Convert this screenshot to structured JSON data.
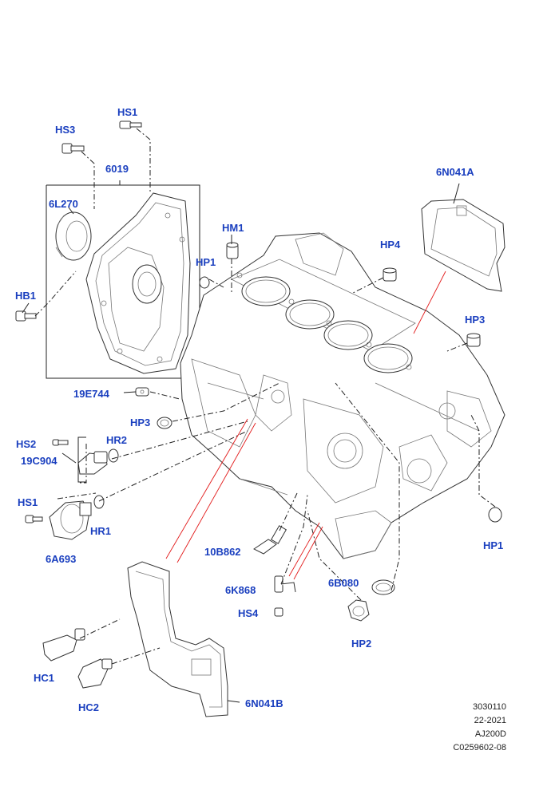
{
  "callouts": {
    "hs1_top": "HS1",
    "hs3": "HS3",
    "p6019": "6019",
    "p6l270": "6L270",
    "hb1": "HB1",
    "hm1": "HM1",
    "hp1_top": "HP1",
    "hp4": "HP4",
    "p6n041a": "6N041A",
    "hp3_right": "HP3",
    "p19e744": "19E744",
    "hp3_left": "HP3",
    "hs2": "HS2",
    "hr2": "HR2",
    "p19c904": "19C904",
    "hs1_mid": "HS1",
    "hr1": "HR1",
    "p6a693": "6A693",
    "p10b862": "10B862",
    "p6k868": "6K868",
    "hs4": "HS4",
    "p6b080": "6B080",
    "hp2": "HP2",
    "hp1_right": "HP1",
    "hc1": "HC1",
    "hc2": "HC2",
    "p6n041b": "6N041B"
  },
  "info_block": {
    "line1": "3030110",
    "line2": "22-2021",
    "line3": "AJ200D",
    "line4": "C0259602-08"
  },
  "colors": {
    "callout_text": "#1a3fbf",
    "line_art": "#333333",
    "red_leader": "#e21b1b"
  }
}
